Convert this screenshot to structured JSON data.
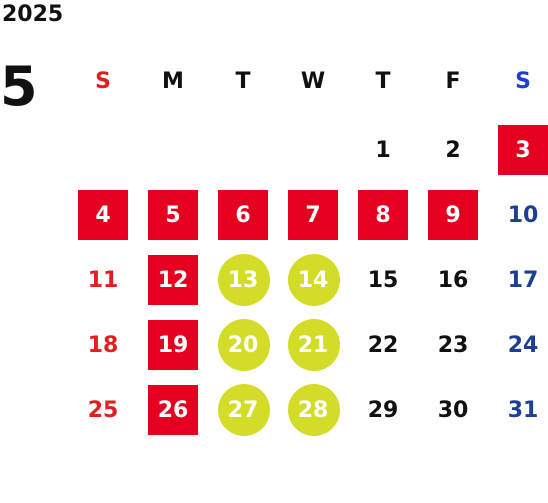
{
  "calendar": {
    "year": "2025",
    "month": "5",
    "colors": {
      "sunday_text": "#e0201e",
      "saturday_text": "#1c3f94",
      "weekday_text": "#111111",
      "holiday_bg": "#e4001e",
      "closed_bg": "#d3dc26",
      "on_badge_text": "#ffffff"
    },
    "weekdays": [
      {
        "label": "S",
        "color": "#e0201e"
      },
      {
        "label": "M",
        "color": "#111111"
      },
      {
        "label": "T",
        "color": "#111111"
      },
      {
        "label": "W",
        "color": "#111111"
      },
      {
        "label": "T",
        "color": "#111111"
      },
      {
        "label": "F",
        "color": "#111111"
      },
      {
        "label": "S",
        "color": "#1c3fcc"
      }
    ],
    "weeks": [
      [
        null,
        null,
        null,
        null,
        {
          "day": "1",
          "mark": "none"
        },
        {
          "day": "2",
          "mark": "none"
        },
        {
          "day": "3",
          "mark": "red"
        }
      ],
      [
        {
          "day": "4",
          "mark": "red"
        },
        {
          "day": "5",
          "mark": "red"
        },
        {
          "day": "6",
          "mark": "red"
        },
        {
          "day": "7",
          "mark": "red"
        },
        {
          "day": "8",
          "mark": "red"
        },
        {
          "day": "9",
          "mark": "red"
        },
        {
          "day": "10",
          "mark": "none"
        }
      ],
      [
        {
          "day": "11",
          "mark": "none"
        },
        {
          "day": "12",
          "mark": "red"
        },
        {
          "day": "13",
          "mark": "lime"
        },
        {
          "day": "14",
          "mark": "lime"
        },
        {
          "day": "15",
          "mark": "none"
        },
        {
          "day": "16",
          "mark": "none"
        },
        {
          "day": "17",
          "mark": "none"
        }
      ],
      [
        {
          "day": "18",
          "mark": "none"
        },
        {
          "day": "19",
          "mark": "red"
        },
        {
          "day": "20",
          "mark": "lime"
        },
        {
          "day": "21",
          "mark": "lime"
        },
        {
          "day": "22",
          "mark": "none"
        },
        {
          "day": "23",
          "mark": "none"
        },
        {
          "day": "24",
          "mark": "none"
        }
      ],
      [
        {
          "day": "25",
          "mark": "none"
        },
        {
          "day": "26",
          "mark": "red"
        },
        {
          "day": "27",
          "mark": "lime"
        },
        {
          "day": "28",
          "mark": "lime"
        },
        {
          "day": "29",
          "mark": "none"
        },
        {
          "day": "30",
          "mark": "none"
        },
        {
          "day": "31",
          "mark": "none"
        }
      ]
    ]
  }
}
